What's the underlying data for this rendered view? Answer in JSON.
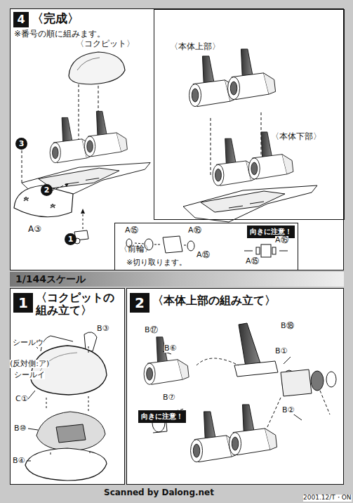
{
  "diagram": {
    "nodes": [
      {
        "text": [
          "4",
          "〈完成〉"
        ]
      },
      {
        "text": [
          "〈本体上部〉",
          "〈本体下部〉"
        ],
        "in": 0
      },
      {
        "text": [
          "〈前輪〉",
          "※切り取ります。"
        ],
        "in": 0
      },
      {
        "text": [
          "向きに注意！"
        ],
        "in": 2
      },
      {
        "text": [
          "1/144スケール"
        ]
      },
      {
        "text": [
          "1",
          "〈コクピットの 組み立て〉"
        ]
      },
      {
        "text": [
          "2",
          "〈本体上部の組み立て〉"
        ]
      },
      {
        "text": [
          "向きに注意！"
        ],
        "in": 6
      }
    ],
    "labels": [
      "※番号の順に組みます。",
      "〈コクピット〉",
      "3",
      "2",
      "1",
      "A③",
      "A⑮",
      "A⑯",
      "A⑮",
      "A⑯",
      "A⑮",
      "シールウ",
      "B③",
      "(反対側:ア)",
      "シールイ",
      "C①",
      "B⑩",
      "B④",
      "B⑰",
      "B⑱",
      "B⑥",
      "B①",
      "B⑦",
      "B②",
      "Scanned by Dalong.net",
      "2001.12/T・ON"
    ]
  }
}
